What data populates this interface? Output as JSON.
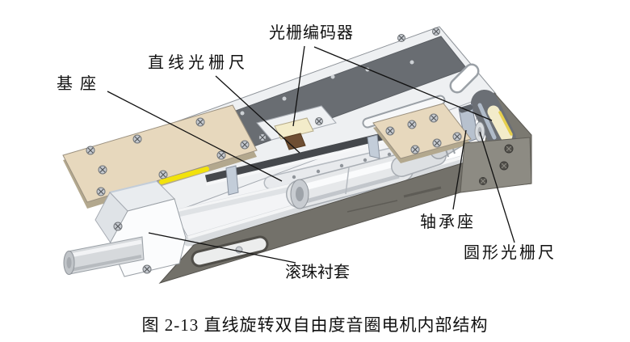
{
  "figure": {
    "caption": "图 2-13 直线旋转双自由度音圈电机内部结构",
    "labels": {
      "grating_encoder": "光栅编码器",
      "linear_grating_scale": "直线光栅尺",
      "base": "基座",
      "bearing_seat": "轴承座",
      "circular_grating_scale": "圆形光栅尺",
      "ball_bushing": "滚珠衬套"
    },
    "colors": {
      "background": "#ffffff",
      "top_plate_gray": "#eef0f2",
      "recess_dark_gray": "#696d72",
      "base_wall_taupe": "#73716a",
      "end_face_gray": "#8d8b83",
      "plate_tan": "#e7d8bd",
      "scale_strip_black": "#45484c",
      "encoder_cream": "#f3ecca",
      "accent_yellow": "#f2e20c",
      "leader_line_black": "#111111"
    }
  }
}
